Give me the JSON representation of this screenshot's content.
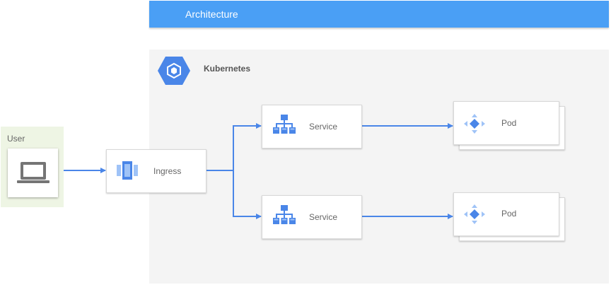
{
  "header": {
    "title": "Architecture"
  },
  "cluster": {
    "label": "Kubernetes",
    "icon": "kubernetes-hex-icon"
  },
  "user": {
    "label": "User",
    "icon": "laptop-icon"
  },
  "ingress": {
    "label": "Ingress",
    "icon": "ingress-icon"
  },
  "services": [
    {
      "label": "Service",
      "icon": "service-tree-icon"
    },
    {
      "label": "Service",
      "icon": "service-tree-icon"
    }
  ],
  "pods": [
    {
      "label": "Pod",
      "icon": "pod-diamond-icon"
    },
    {
      "label": "Pod",
      "icon": "pod-diamond-icon"
    }
  ],
  "colors": {
    "header_bg": "#4a9ff5",
    "connector": "#4a86e8",
    "icon_blue": "#4a86e8",
    "icon_light_blue": "#9fc3f7",
    "user_zone_bg": "#eef5e4",
    "cluster_bg": "#f4f4f4"
  }
}
